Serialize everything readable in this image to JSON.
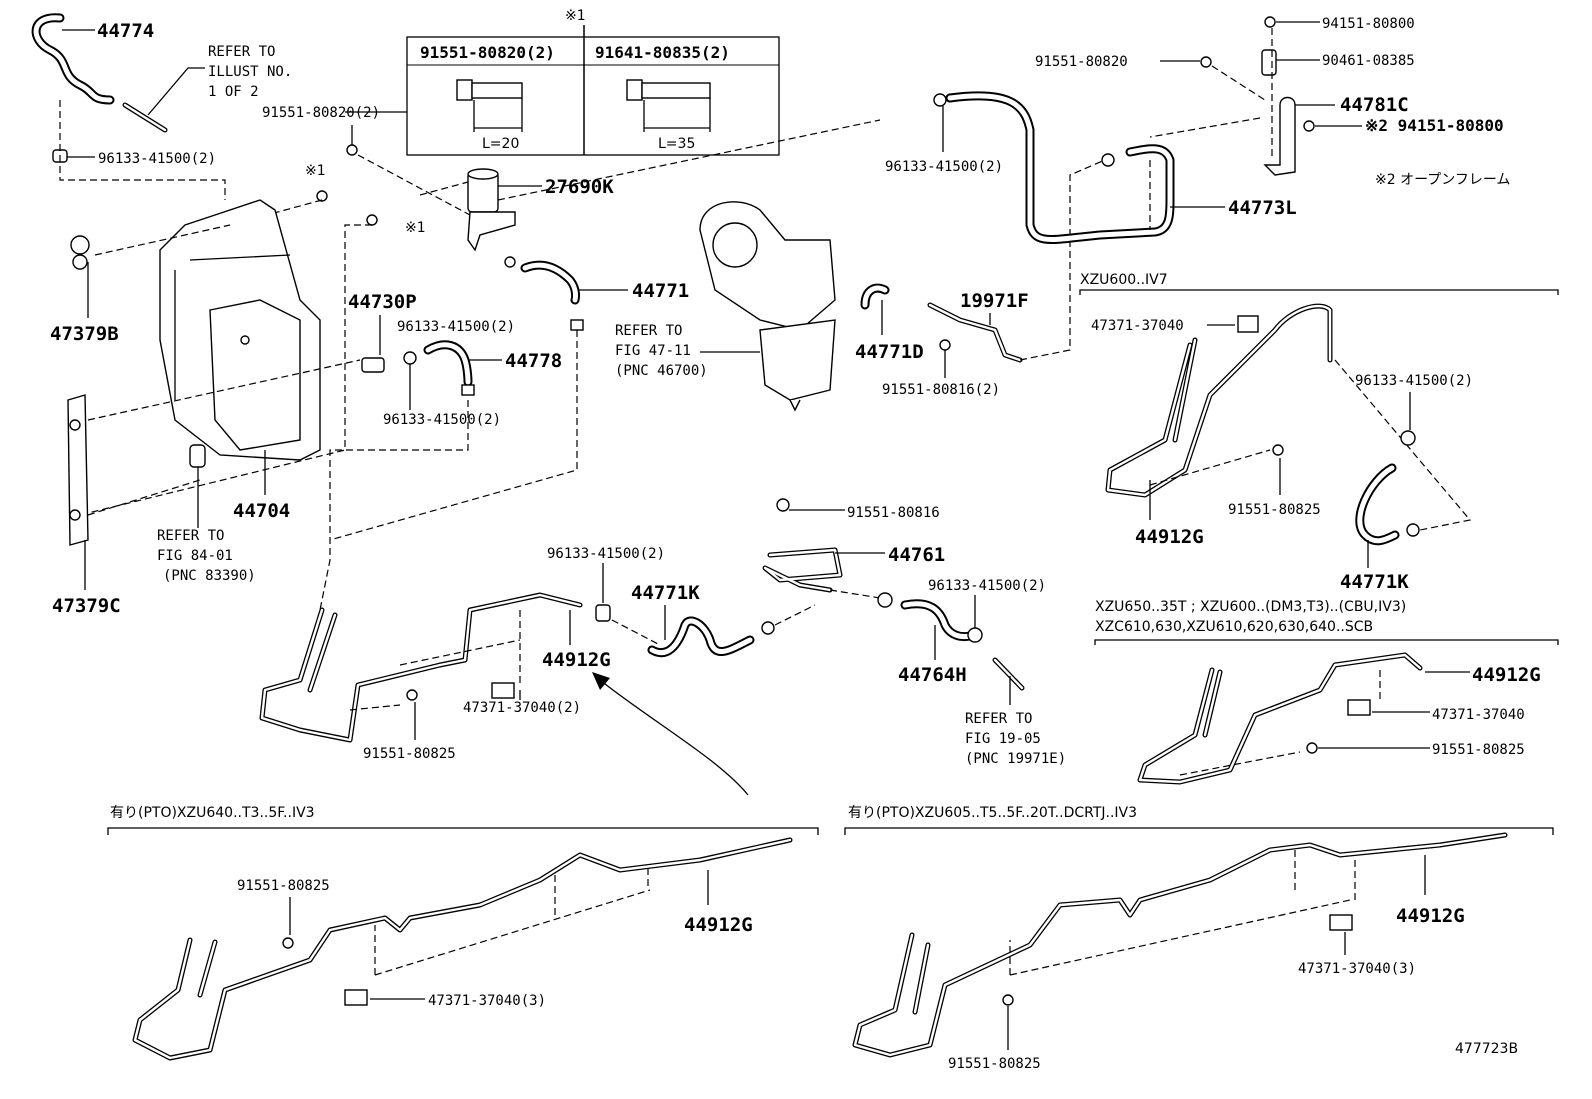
{
  "labels": {
    "p44774": "44774",
    "refer_illust": [
      "REFER TO",
      "ILLUST NO.",
      "1 OF 2"
    ],
    "p96133_tl": "96133-41500(2)",
    "p91551_80820_2": "91551-80820(2)",
    "note1_a": "※1",
    "note1_b": "※1",
    "note1_c": "※1",
    "p47379B": "47379B",
    "p44704": "44704",
    "p47379C": "47379C",
    "p27690K": "27690K",
    "p44771": "44771",
    "p44730P": "44730P",
    "p96133_mid1": "96133-41500(2)",
    "p44778": "44778",
    "p96133_mid2": "96133-41500(2)",
    "refer_fig47": [
      "REFER TO",
      "FIG 47-11",
      "(PNC 46700)"
    ],
    "refer_fig84": [
      "REFER TO",
      "FIG 84-01",
      "(PNC 83390)"
    ],
    "p19971F": "19971F",
    "p44771D": "44771D",
    "p91551_80816_2": "91551-80816(2)",
    "p94151_top": "94151-80800",
    "p91551_80820_r": "91551-80820",
    "p90461": "90461-08385",
    "p44781C": "44781C",
    "p94151_note2": "※2 94151-80800",
    "p96133_top": "96133-41500(2)",
    "note2_text": "※2 オープンフレーム",
    "p44773L": "44773L",
    "p91551_80816": "91551-80816",
    "p44761": "44761",
    "p96133_c1": "96133-41500(2)",
    "p44771K_c": "44771K",
    "p44912G_c": "44912G",
    "p96133_c2": "96133-41500(2)",
    "p44764H": "44764H",
    "p47371_2": "47371-37040(2)",
    "p91551_80825_c": "91551-80825",
    "refer_fig19": [
      "REFER TO",
      "FIG 19-05",
      "(PNC 19971E)"
    ]
  },
  "boxes": {
    "bolt_table": {
      "col1_part": "91551-80820(2)",
      "col2_part": "91641-80835(2)",
      "col1_len": "L=20",
      "col2_len": "L=35"
    },
    "xzu600": {
      "title": "XZU600..IV7",
      "p47371": "47371-37040",
      "p96133": "96133-41500(2)",
      "p91551": "91551-80825",
      "p44912G": "44912G",
      "p44771K": "44771K"
    },
    "xzu650": {
      "title_line1": "XZU650..35T ; XZU600..(DM3,T3)..(CBU,IV3)",
      "title_line2": "XZC610,630,XZU610,620,630,640..SCB",
      "p44912G": "44912G",
      "p47371": "47371-37040",
      "p91551": "91551-80825"
    },
    "pto640": {
      "title": "有り(PTO)XZU640..T3..5F..IV3",
      "p91551": "91551-80825",
      "p44912G": "44912G",
      "p47371": "47371-37040(3)"
    },
    "pto605": {
      "title": "有り(PTO)XZU605..T5..5F..20T..DCRTJ..IV3",
      "p44912G": "44912G",
      "p47371": "47371-37040(3)",
      "p91551": "91551-80825"
    }
  },
  "figure_id": "477723B"
}
